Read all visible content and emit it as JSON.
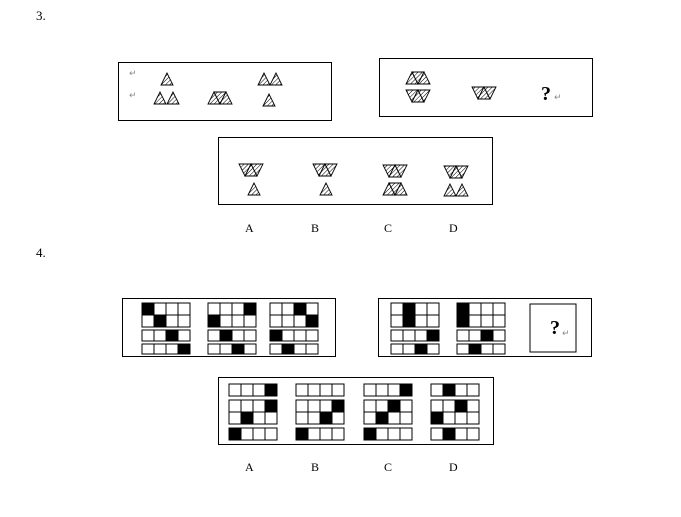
{
  "question3": {
    "number": "3.",
    "unknown_mark": "?",
    "options": [
      "A",
      "B",
      "C",
      "D"
    ]
  },
  "question4": {
    "number": "4.",
    "unknown_mark": "?",
    "options": [
      "A",
      "B",
      "C",
      "D"
    ]
  },
  "return_mark": "↵",
  "colors": {
    "filled_cell": "#000000",
    "empty_cell": "#ffffff",
    "border": "#000000"
  }
}
